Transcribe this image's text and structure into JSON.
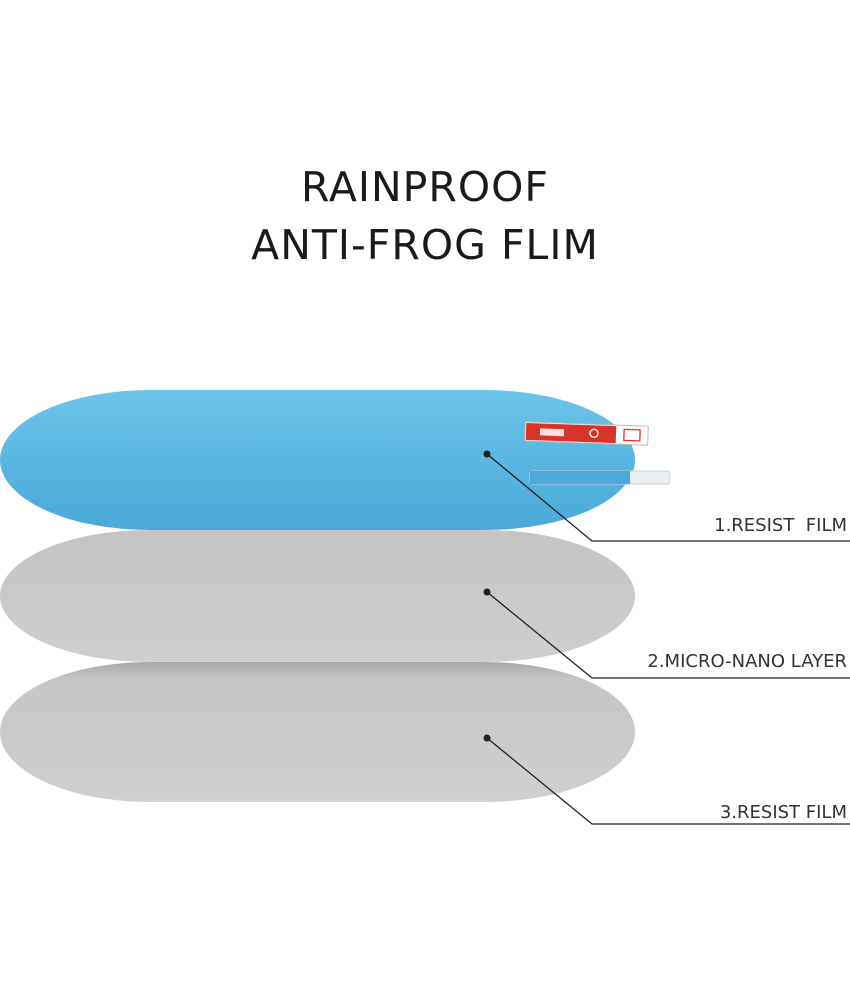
{
  "title": {
    "line1": "RAINPROOF",
    "line2": "ANTI-FROG FLIM"
  },
  "layers": [
    {
      "label": "1.RESIST  FILM"
    },
    {
      "label": "2.MICRO-NANO LAYER"
    },
    {
      "label": "3.RESIST FILM"
    }
  ],
  "colors": {
    "resist_film_top": "#5ab8e0",
    "nano_layer": "#c9c9c9",
    "resist_film_bottom": "#cbcbcb",
    "leader_line": "#222222",
    "sticker_red": "#d9342b"
  }
}
